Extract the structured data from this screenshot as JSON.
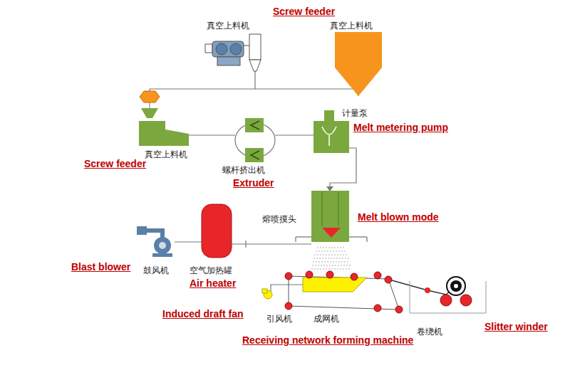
{
  "diagram": {
    "labels": [
      "Screw feeder",
      "真空上料机",
      "真空上料机",
      "计量泵",
      "Melt metering pump",
      "真空上料机",
      "Screw feeder",
      "螺杆挤出机",
      "Extruder",
      "熔喷摸头",
      "Melt blown mode",
      "Blast blower",
      "鼓风机",
      "空气加热罐",
      "Air heater",
      "Induced draft fan",
      "引风机",
      "成网机",
      "卷绕机",
      "Slitter winder",
      "Receiving network forming machine"
    ]
  }
}
